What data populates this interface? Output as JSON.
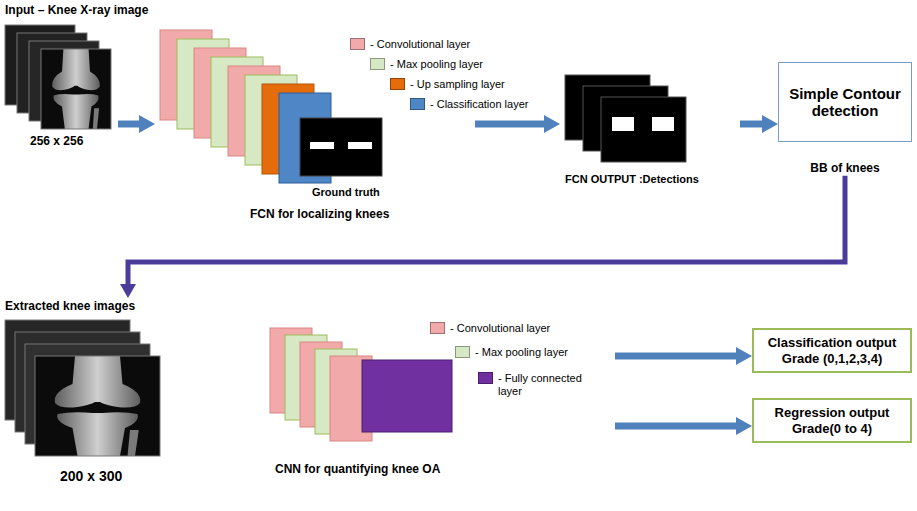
{
  "diagram": {
    "nodes": [
      {
        "text": [
          "256 x 256"
        ]
      },
      {
        "text": [
          "FCN for localizing knees"
        ]
      },
      {
        "text": [
          "FCN OUTPUT :Detections"
        ]
      },
      {
        "text": [
          "Simple Contour detection",
          "BB of knees"
        ]
      },
      {
        "text": [
          "Extracted knee images",
          "200 x 300"
        ]
      },
      {
        "text": [
          "CNN for quantifying knee OA"
        ]
      },
      {
        "text": [
          "Classification output Grade (0,1,2,3,4)"
        ]
      },
      {
        "text": [
          "Regression output Grade(0 to 4)"
        ]
      }
    ],
    "edges": [
      {
        "from": 0,
        "to": 1,
        "arrow": "to"
      },
      {
        "from": 1,
        "to": 2,
        "arrow": "to"
      },
      {
        "from": 2,
        "to": 3,
        "arrow": "to"
      },
      {
        "from": 3,
        "to": 4,
        "arrow": "to"
      },
      {
        "from": 5,
        "to": 6,
        "arrow": "to"
      },
      {
        "from": 5,
        "to": 7,
        "arrow": "to"
      }
    ],
    "labels": [
      "Input – Knee X-ray image",
      "Ground truth"
    ],
    "legend": [
      {
        "text": "- Convolutional layer",
        "color": "#f2a9a9"
      },
      {
        "text": "- Max pooling layer",
        "color": "#d7e9c4"
      },
      {
        "text": "- Up sampling layer",
        "color": "#e46c0a"
      },
      {
        "text": "- Classification layer",
        "color": "#4f86c6"
      },
      {
        "text": "- Convolutional layer",
        "color": "#f2a9a9"
      },
      {
        "text": "- Max pooling layer",
        "color": "#d7e9c4"
      },
      {
        "text": "- Fully connected layer",
        "color": "#7030a0"
      }
    ]
  }
}
